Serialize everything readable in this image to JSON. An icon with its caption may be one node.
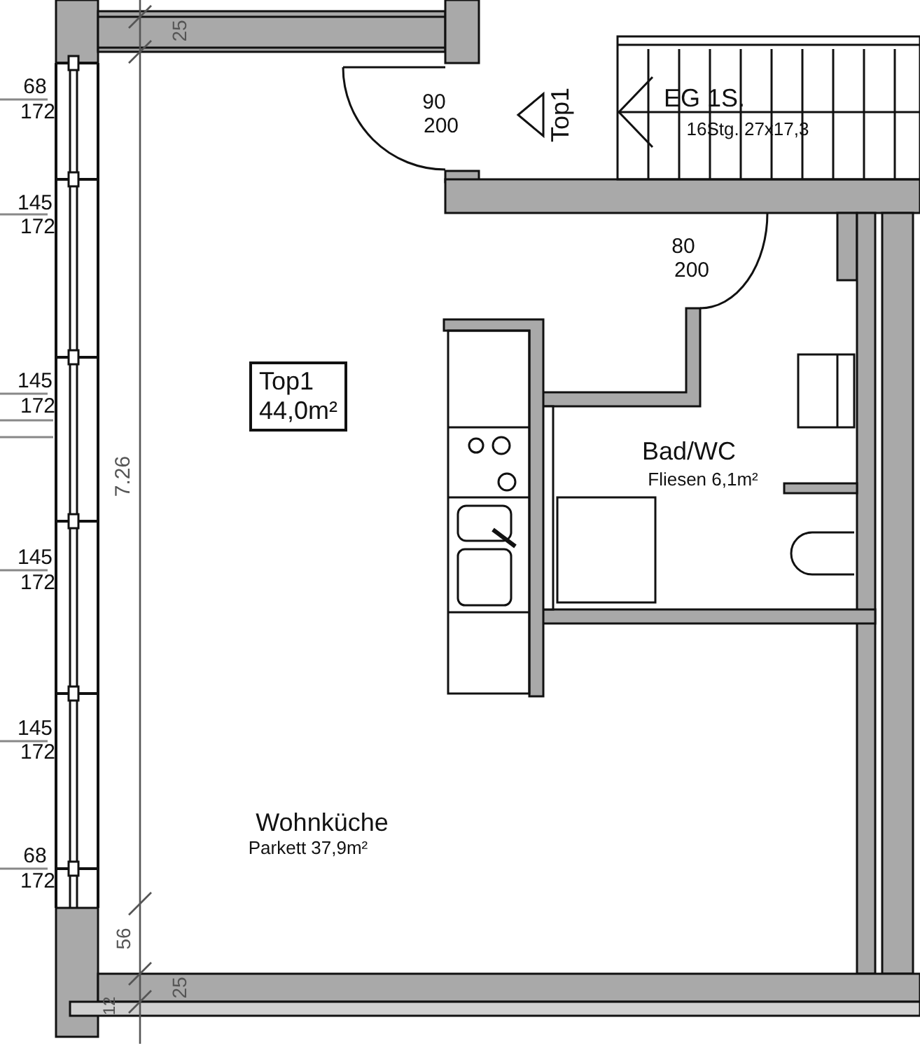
{
  "diagram": {
    "nodes": [
      {
        "text": [
          "Top1",
          "44,0m²"
        ]
      }
    ],
    "labels": [
      "25",
      "68",
      "172",
      "90",
      "200",
      "Top1",
      "EG 1S.",
      "16Stg. 27x17,3",
      "145",
      "172",
      "80",
      "200",
      "145",
      "172",
      "7.26",
      "Bad/WC",
      "Fliesen 6,1m²",
      "145",
      "172",
      "145",
      "172",
      "Wohnküche",
      "Parkett 37,9m²",
      "68",
      "172",
      "56",
      "25",
      "12"
    ]
  }
}
